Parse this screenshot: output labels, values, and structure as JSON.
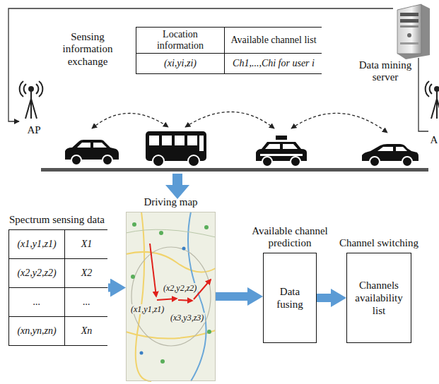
{
  "diagram": {
    "nodes": [
      {
        "text": [
          "Location information",
          "Available channel list",
          "(xi,yi,zi)",
          "Ch1,...,Chi for user i"
        ]
      },
      {
        "text": [
          "Spectrum sensing data",
          "(x1,y1,z1)",
          "X1",
          "(x2,y2,z2)",
          "X2",
          "...",
          "...",
          "(xn,yn,zn)",
          "Xn"
        ]
      },
      {
        "text": [
          "Driving map",
          "(x1,y1,z1)",
          "(x2,y2,z2)",
          "(x3,y3,z3)"
        ]
      },
      {
        "text": [
          "Available channel prediction",
          "Data fusing"
        ]
      },
      {
        "text": [
          "Channel switching",
          "Channels availability list"
        ]
      }
    ],
    "edges": [
      {
        "from": 1,
        "to": 2,
        "arrow": "to"
      },
      {
        "from": 2,
        "to": 3,
        "arrow": "to"
      },
      {
        "from": 3,
        "to": 4,
        "arrow": "to"
      }
    ],
    "labels": [
      "Sensing information exchange",
      "AP",
      "A",
      "Data mining server"
    ]
  }
}
